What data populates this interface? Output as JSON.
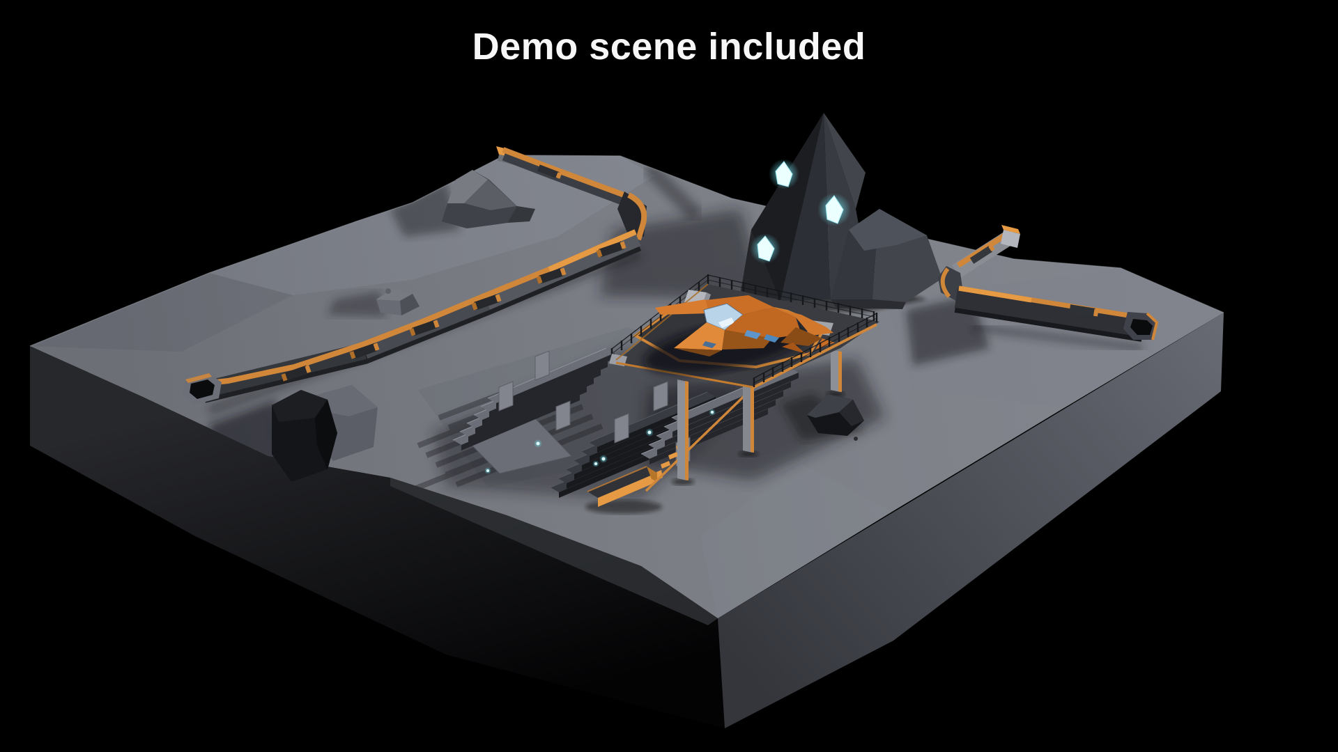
{
  "title": "Demo scene included",
  "colors": {
    "background": "#000000",
    "title_text": "#f7f7f7",
    "accent_orange": "#d0873a",
    "accent_orange_bright": "#e59a43",
    "accent_orange_dark": "#8d5a20",
    "glow_cyan": "#6fdbe8",
    "glow_core": "#eaffff",
    "terrain_top": "#7b7e86",
    "terrain_side": "#5d6068",
    "platform_top": "#3a3c41",
    "pipe_dark": "#2e3036",
    "rock_dark": "#141518",
    "cockpit_blue": "#b9d4e9",
    "engine_blue": "#5e96cb",
    "ship_orange": "#d2772c"
  },
  "scene": {
    "objects": [
      "terrain-block",
      "left-pipeline",
      "right-pipeline",
      "crystal-mountain",
      "glowing-crystals",
      "landing-platform",
      "spaceship",
      "stairs",
      "fence",
      "rock-pile",
      "dark-boulder",
      "small-rock"
    ]
  }
}
